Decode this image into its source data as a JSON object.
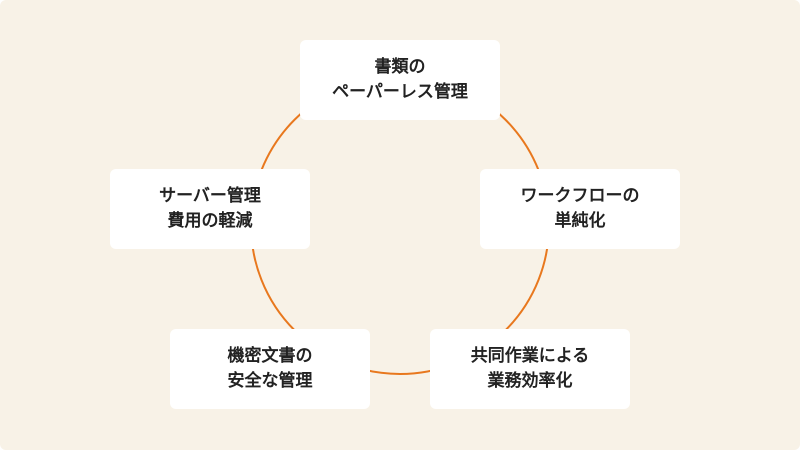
{
  "colors": {
    "background": "#f8f2e7",
    "cycle_ring": "#e8781e",
    "card": "#ffffff",
    "text": "#222222"
  },
  "cycle": {
    "items": [
      {
        "line1": "書類の",
        "line2": "ペーパーレス管理"
      },
      {
        "line1": "ワークフローの",
        "line2": "単純化"
      },
      {
        "line1": "共同作業による",
        "line2": "業務効率化"
      },
      {
        "line1": "機密文書の",
        "line2": "安全な管理"
      },
      {
        "line1": "サーバー管理",
        "line2": "費用の軽減"
      }
    ]
  }
}
